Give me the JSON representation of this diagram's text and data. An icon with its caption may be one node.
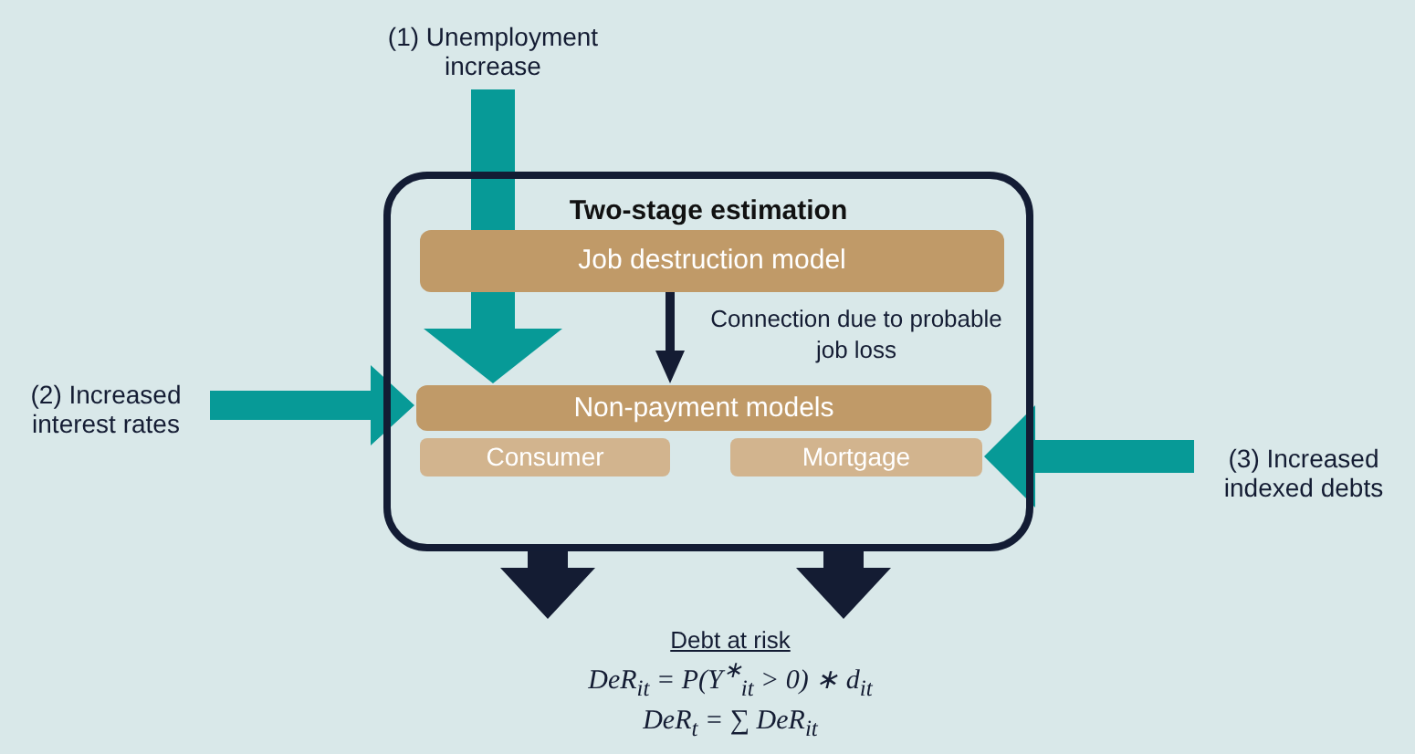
{
  "diagram": {
    "nodes": [
      {
        "text": [
          "Two-stage estimation"
        ]
      },
      {
        "text": [
          "Job destruction model"
        ],
        "in": 0
      },
      {
        "text": [
          "Non-payment models"
        ],
        "in": 0
      },
      {
        "text": [
          "Consumer"
        ],
        "in": 0
      },
      {
        "text": [
          "Mortgage"
        ],
        "in": 0
      },
      {
        "text": [
          "(1) Unemployment increase"
        ]
      },
      {
        "text": [
          "(2) Increased interest rates"
        ]
      },
      {
        "text": [
          "(3) Increased indexed debts"
        ]
      },
      {
        "text": [
          "Debt at risk",
          "DeR$_{it}$ = P(Y$^{∗}$$_{it}$ > 0) ∗ d$_{it}$",
          "DeR$_{t}$ = ∑ DeR$_{it}$"
        ]
      }
    ],
    "edges": [
      {
        "from": 5,
        "to": 2,
        "arrow": "to",
        "style": "thick",
        "color": "#079a97"
      },
      {
        "from": 6,
        "to": 2,
        "arrow": "to",
        "style": "thick",
        "color": "#079a97"
      },
      {
        "from": 7,
        "to": 4,
        "arrow": "to",
        "style": "thick",
        "color": "#079a97"
      },
      {
        "from": 1,
        "to": 2,
        "arrow": "to",
        "label": "Connection due to probable job loss",
        "color": "#141c33"
      },
      {
        "from": 0,
        "to": 8,
        "arrow": "to",
        "style": "thick",
        "color": "#141c33"
      },
      {
        "from": 0,
        "to": 8,
        "arrow": "to",
        "style": "thick",
        "color": "#141c33"
      }
    ]
  }
}
